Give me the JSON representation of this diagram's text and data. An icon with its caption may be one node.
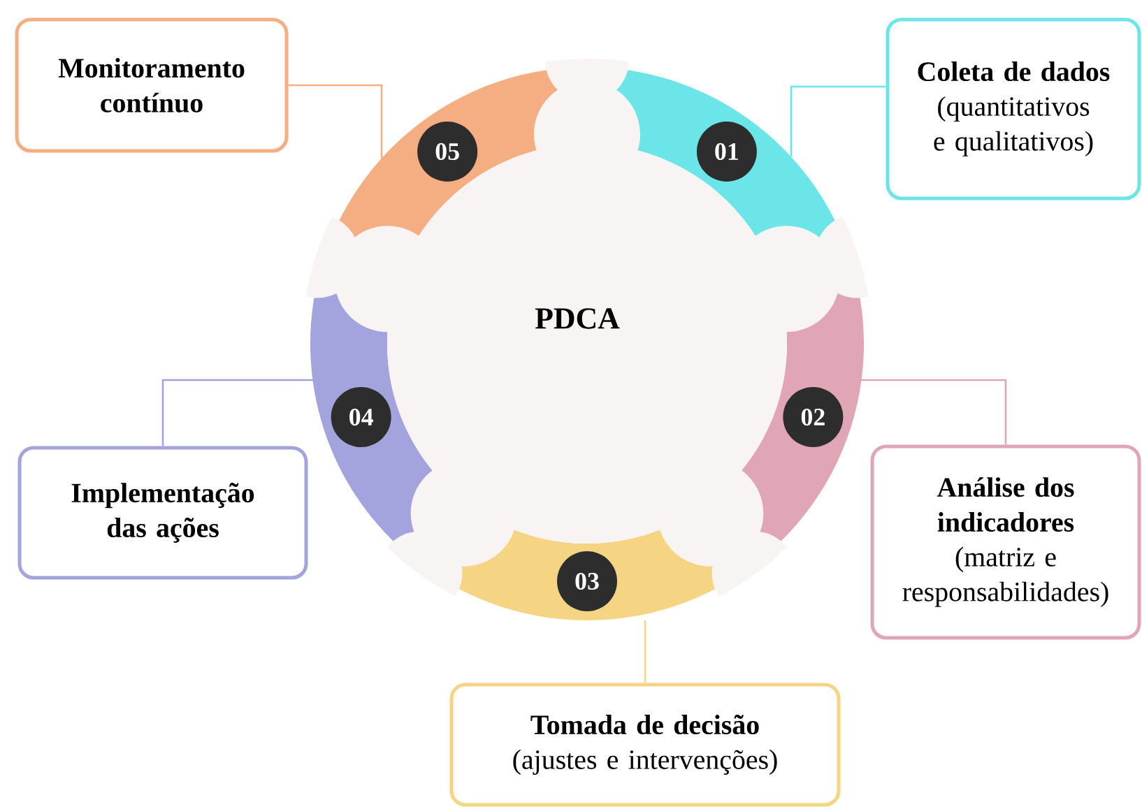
{
  "diagram": {
    "nodes": [
      {
        "text": [
          "PDCA"
        ]
      },
      {
        "text": [
          "01"
        ]
      },
      {
        "text": [
          "02"
        ]
      },
      {
        "text": [
          "03"
        ]
      },
      {
        "text": [
          "04"
        ]
      },
      {
        "text": [
          "05"
        ]
      },
      {
        "text": [
          "Coleta de dados",
          "(quantitativos e qualitativos)"
        ]
      },
      {
        "text": [
          "Análise dos indicadores",
          "(matriz e responsabilidades)"
        ]
      },
      {
        "text": [
          "Tomada de decisão",
          "(ajustes e intervenções)"
        ]
      },
      {
        "text": [
          "Implementação das ações"
        ]
      },
      {
        "text": [
          "Monitoramento contínuo"
        ]
      }
    ],
    "edges": [
      {
        "from": 6,
        "to": 1,
        "arrow": "none",
        "color": "#6be5e8"
      },
      {
        "from": 7,
        "to": 2,
        "arrow": "none",
        "color": "#e0a6b5"
      },
      {
        "from": 8,
        "to": 3,
        "arrow": "none",
        "color": "#f5d584"
      },
      {
        "from": 9,
        "to": 4,
        "arrow": "none",
        "color": "#a3a3de"
      },
      {
        "from": 10,
        "to": 5,
        "arrow": "none",
        "color": "#f4ae82"
      }
    ]
  }
}
